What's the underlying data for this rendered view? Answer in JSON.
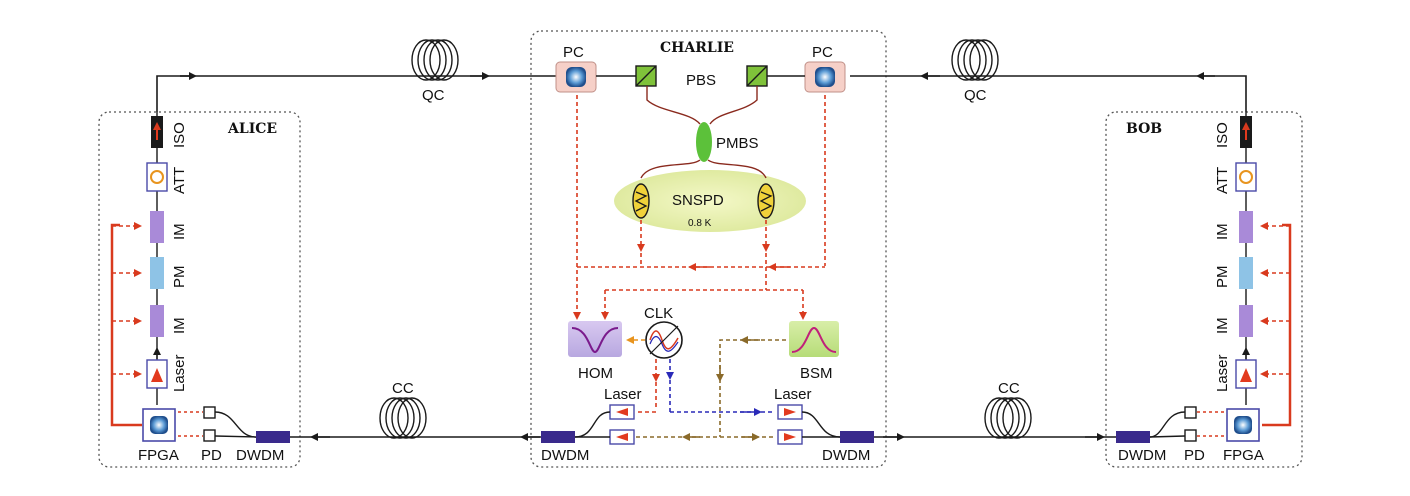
{
  "parties": {
    "alice": "ALICE",
    "charlie": "CHARLIE",
    "bob": "BOB"
  },
  "labels": {
    "qc": "QC",
    "cc": "CC",
    "pc": "PC",
    "pbs": "PBS",
    "pmbs": "PMBS",
    "snspd": "SNSPD",
    "snspd_temp": "0.8 K",
    "iso": "ISO",
    "att": "ATT",
    "im": "IM",
    "pm": "PM",
    "laser": "Laser",
    "fpga": "FPGA",
    "pd": "PD",
    "dwdm": "DWDM",
    "hom": "HOM",
    "clk": "CLK",
    "bsm": "BSM"
  },
  "colors": {
    "fiber": "#1a1a1a",
    "classical": "#d93a1e",
    "box_border": "#4a4aa8",
    "modulator": "#a98ad8",
    "phase_modulator": "#8ec3e6",
    "dwdm": "#3a2a8c",
    "pc_fill": "#f6d0c8",
    "pbs_fill": "#7fc23a",
    "snspd_glow": "#e6f0a8",
    "brown_signal": "#8a6a2a",
    "blue_signal": "#2a2ab8"
  }
}
